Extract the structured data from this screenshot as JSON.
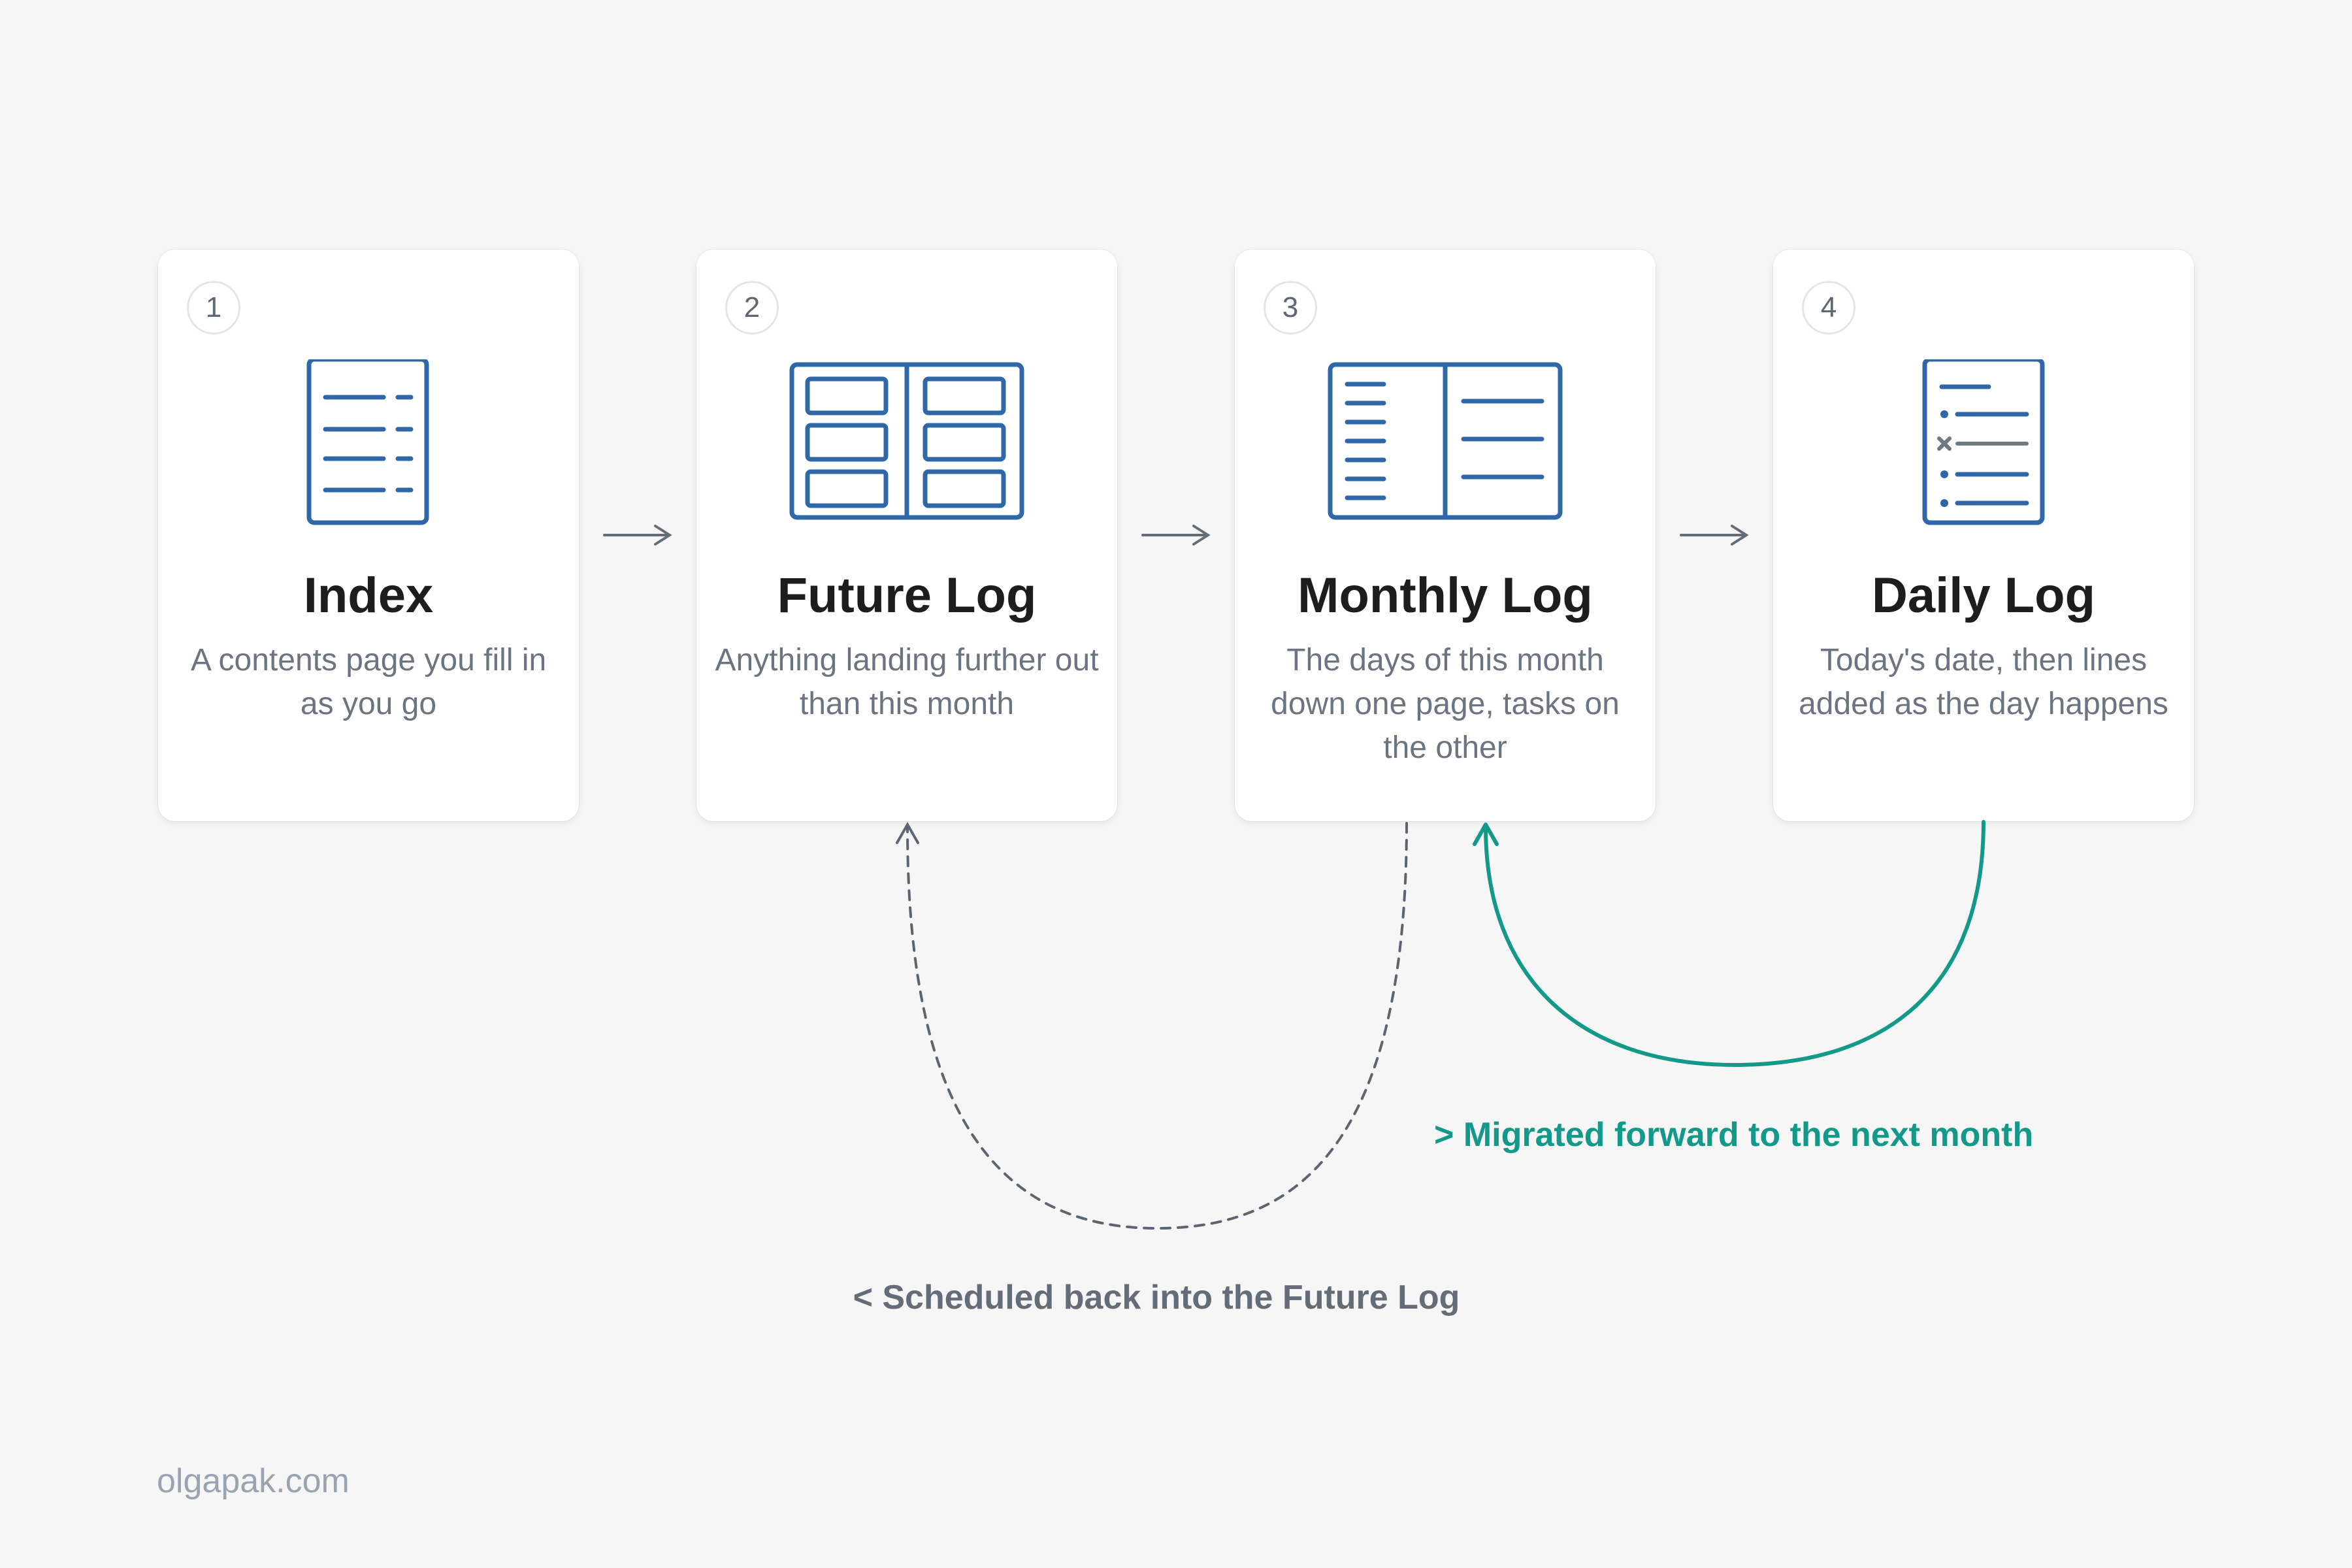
{
  "steps": [
    {
      "number": "1",
      "title": "Index",
      "description": "A contents page you fill in as you go",
      "icon": "index-page-icon"
    },
    {
      "number": "2",
      "title": "Future Log",
      "description": "Anything landing further out than this month",
      "icon": "future-log-spread-icon"
    },
    {
      "number": "3",
      "title": "Monthly Log",
      "description": "The days of this month down one page, tasks on the other",
      "icon": "monthly-log-spread-icon"
    },
    {
      "number": "4",
      "title": "Daily Log",
      "description": "Today's date, then lines added as the day happens",
      "icon": "daily-log-page-icon"
    }
  ],
  "connections": {
    "back_label": "< Scheduled back into the Future Log",
    "forward_label": "> Migrated forward to the next month"
  },
  "colors": {
    "icon_blue": "#2f67a8",
    "forward_teal": "#12998a",
    "back_gray": "#5c6472"
  },
  "footer": "olgapak.com"
}
